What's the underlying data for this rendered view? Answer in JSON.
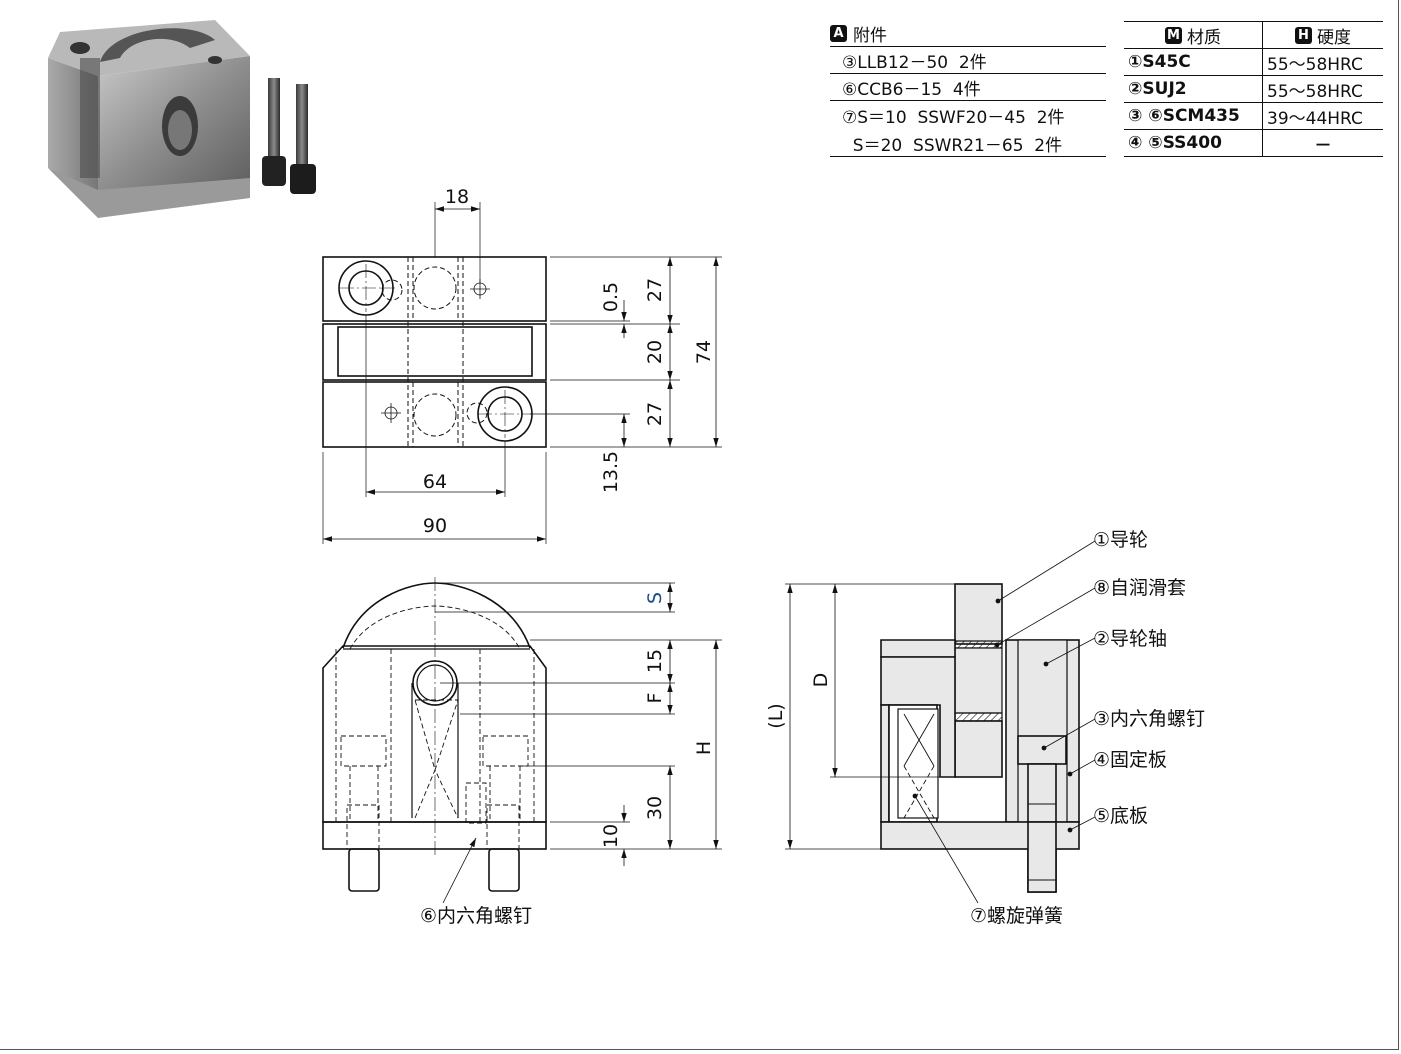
{
  "accessories": {
    "badge": "A",
    "title": "附件",
    "items": [
      "③LLB12－50  2件",
      "⑥CCB6－15  4件",
      "⑦S＝10  SSWF20－45  2件",
      "  S＝20  SSWR21－65  2件"
    ]
  },
  "materials": {
    "badge_material": "M",
    "header_material": "材质",
    "badge_hardness": "H",
    "header_hardness": "硬度",
    "rows": [
      {
        "part": "①S45C",
        "hardness": "55～58HRC"
      },
      {
        "part": "②SUJ2",
        "hardness": "55～58HRC"
      },
      {
        "part": "③ ⑥SCM435",
        "hardness": "39～44HRC"
      },
      {
        "part": "④ ⑤SS400",
        "hardness": "－"
      }
    ]
  },
  "top_view": {
    "dim_18": "18",
    "dim_27_top": "27",
    "dim_0_5": "0.5",
    "dim_20": "20",
    "dim_74": "74",
    "dim_27_bottom": "27",
    "dim_13_5": "13.5",
    "dim_64": "64",
    "dim_90": "90"
  },
  "front_view": {
    "dim_S": "S",
    "dim_15": "15",
    "dim_F": "F",
    "dim_H": "H",
    "dim_30": "30",
    "dim_10": "10",
    "callout_6": "⑥内六角螺钉"
  },
  "side_view": {
    "dim_L": "(L)",
    "dim_D": "D",
    "callouts": [
      "①导轮",
      "⑧自润滑套",
      "②导轮轴",
      "③内六角螺钉",
      "④固定板",
      "⑤底板"
    ],
    "callout_7": "⑦螺旋弹簧"
  },
  "colors": {
    "line": "#111111",
    "part_fill": "#e8e8e8",
    "dim_S_color": "#1a4e8a"
  }
}
